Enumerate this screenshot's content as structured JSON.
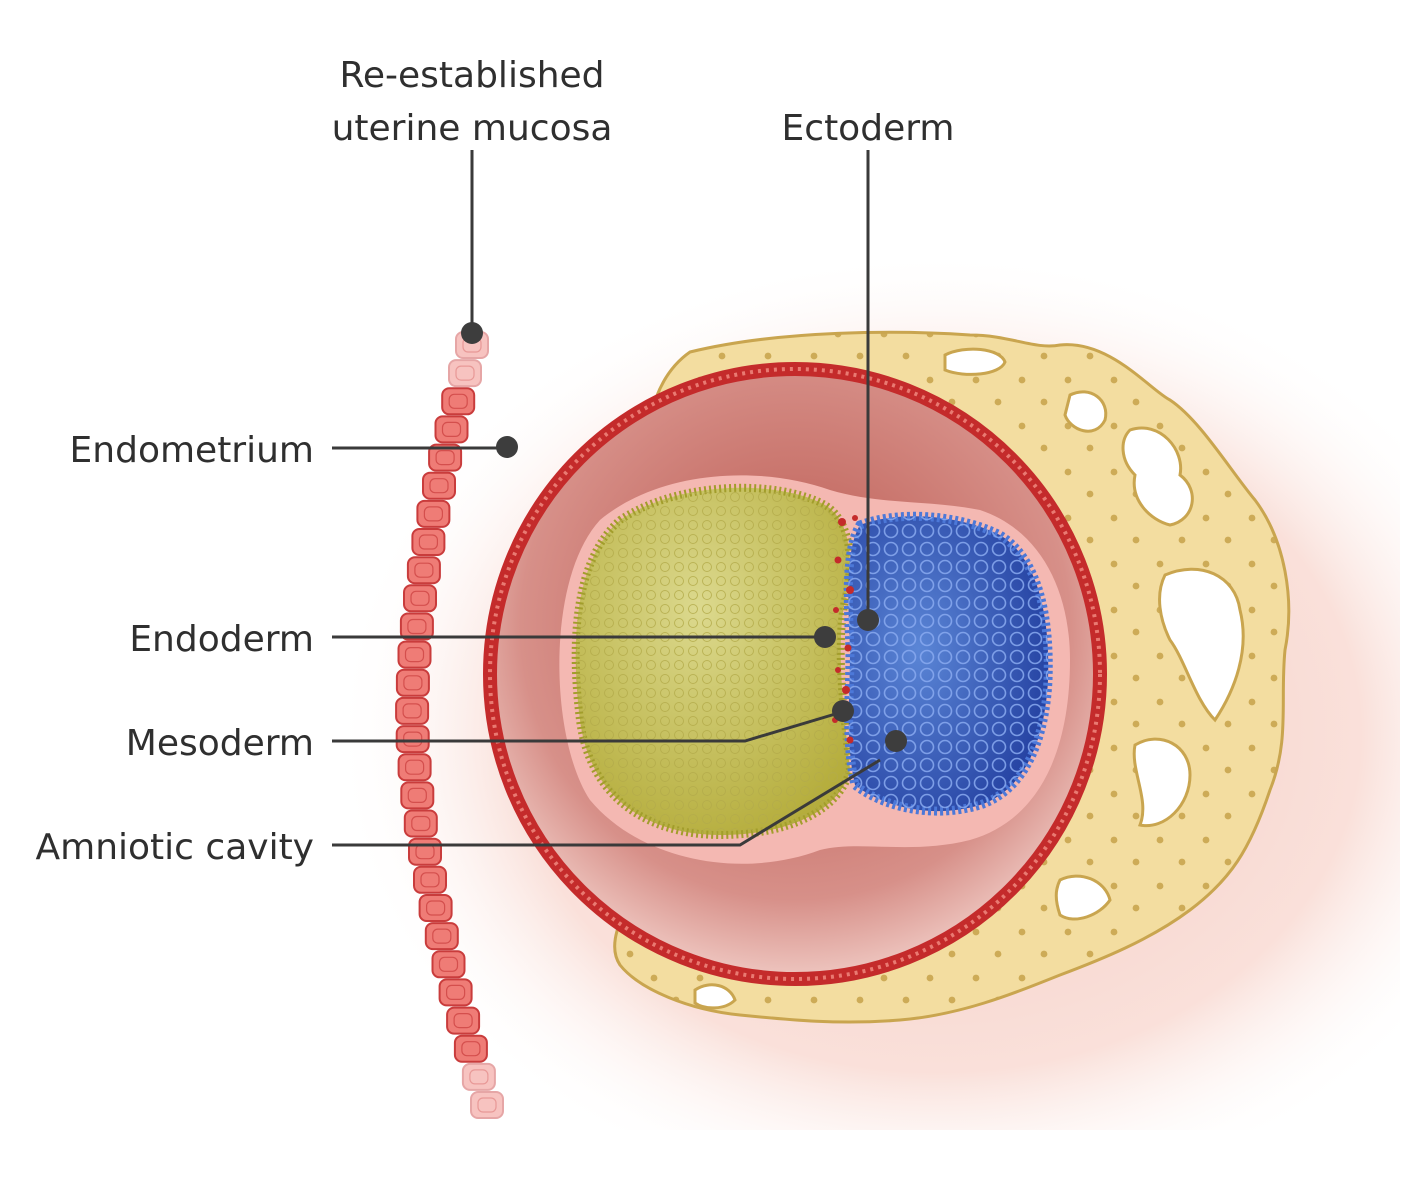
{
  "labels": {
    "mucosa_line1": "Re-established",
    "mucosa_line2": "uterine mucosa",
    "ectoderm": "Ectoderm",
    "endometrium": "Endometrium",
    "endoderm": "Endoderm",
    "mesoderm": "Mesoderm",
    "amniotic_cavity": "Amniotic cavity"
  },
  "colors": {
    "tissue_glow": "#f8d6cf",
    "uterine_cells": "#ef7c76",
    "uterine_cell_border": "#c93c3c",
    "trophoblast": "#f3dda0",
    "trophoblast_dots": "#c9a54f",
    "chorion_ring": "#c42b2b",
    "chorionic_cavity": "#c36a62",
    "amnion_pink": "#f4b8b2",
    "yolk_sac": "#c9c35c",
    "yolk_border": "#a29d2b",
    "epiblast": "#3050b8",
    "epiblast_cells": "#5a82d8",
    "leader_line": "#3a3a3a"
  }
}
